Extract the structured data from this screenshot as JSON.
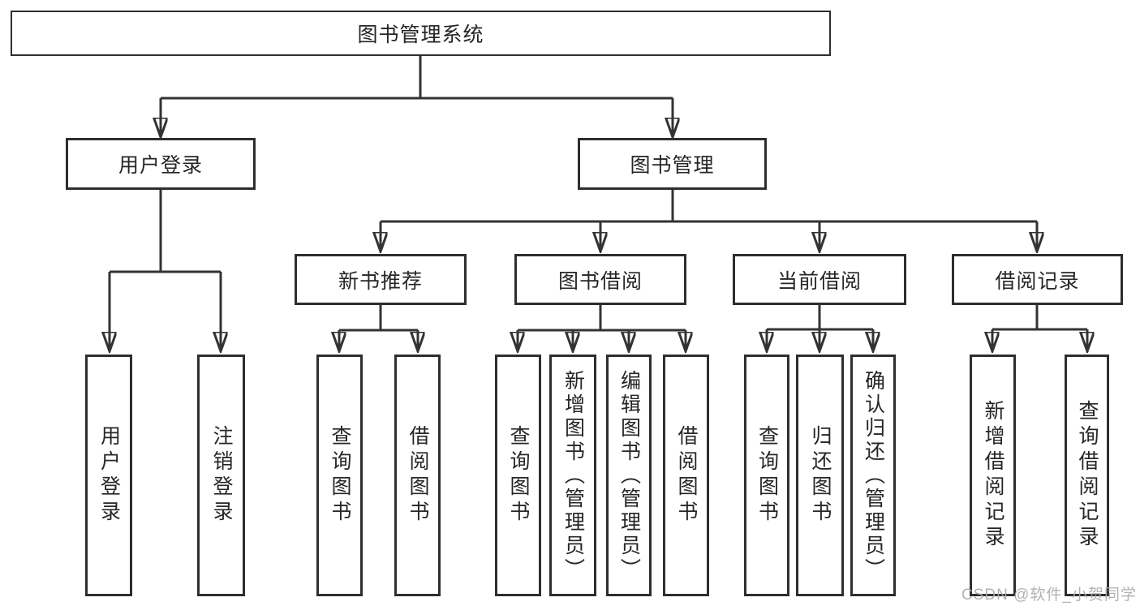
{
  "diagram": {
    "type": "hierarchy-tree",
    "colors": {
      "line": "#333333",
      "box_border": "#2e2e2e",
      "text": "#262626",
      "background": "#ffffff",
      "watermark": "#ababab"
    },
    "nodes": {
      "root": {
        "label": "图书管理系统"
      },
      "level2": [
        {
          "label": "用户登录",
          "children": [
            {
              "label": "用户登录"
            },
            {
              "label": "注销登录"
            }
          ]
        },
        {
          "label": "图书管理",
          "children": [
            {
              "label": "新书推荐",
              "children": [
                {
                  "label": "查询图书"
                },
                {
                  "label": "借阅图书"
                }
              ]
            },
            {
              "label": "图书借阅",
              "children": [
                {
                  "label": "查询图书"
                },
                {
                  "label": "新增图书（管理员）"
                },
                {
                  "label": "编辑图书（管理员）"
                },
                {
                  "label": "借阅图书"
                }
              ]
            },
            {
              "label": "当前借阅",
              "children": [
                {
                  "label": "查询图书"
                },
                {
                  "label": "归还图书"
                },
                {
                  "label": "确认归还（管理员）"
                }
              ]
            },
            {
              "label": "借阅记录",
              "children": [
                {
                  "label": "新增借阅记录"
                },
                {
                  "label": "查询借阅记录"
                }
              ]
            }
          ]
        }
      ]
    },
    "watermark": {
      "text": "CSDN @软件_小贺同学"
    }
  }
}
